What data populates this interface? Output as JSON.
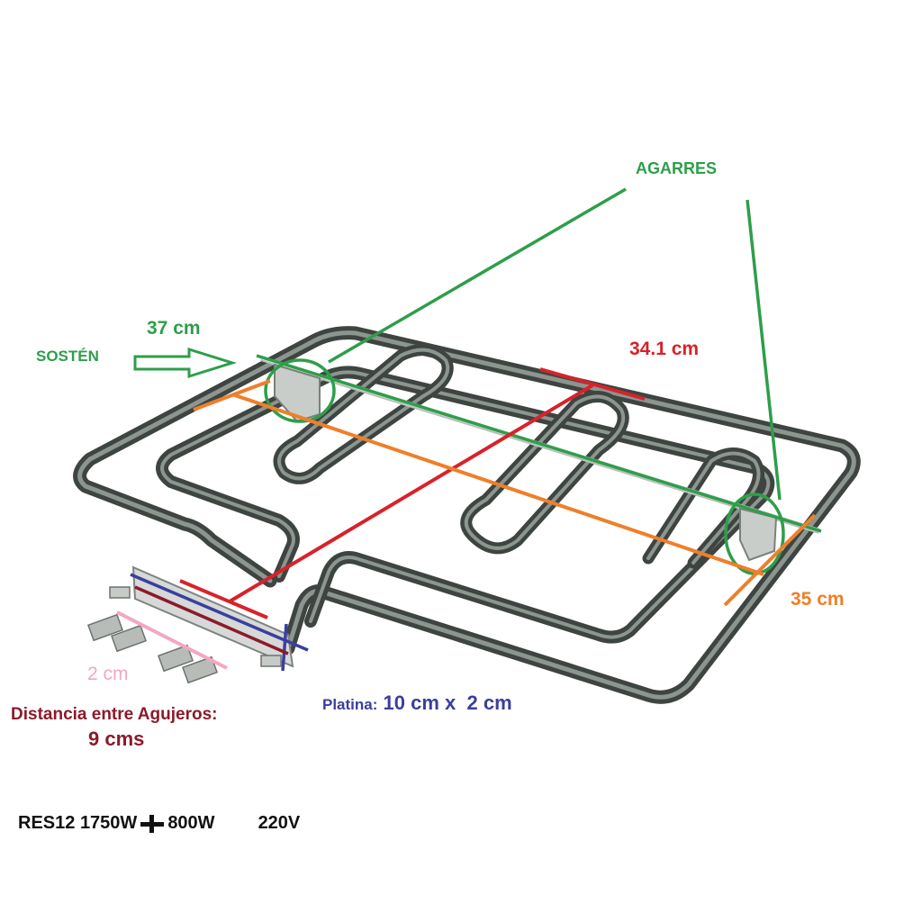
{
  "labels": {
    "agarres": "AGARRES",
    "length_37": "37 cm",
    "sosten": "SOSTÉN",
    "length_341": "34.1 cm",
    "width_35": "35 cm",
    "terminal_2cm": "2 cm",
    "hole_distance_title": "Distancia entre Agujeros:",
    "hole_distance_value": "9 cms",
    "platina_title": "Platina:",
    "platina_value": "10 cm x  2 cm"
  },
  "footer": {
    "model": "RES12",
    "power_1": "1750W",
    "power_2": "800W",
    "voltage": "220V"
  },
  "colors": {
    "green": "#2e9e4a",
    "red": "#d8222a",
    "orange": "#ef7f2a",
    "dark_red": "#8b1a2b",
    "blue": "#3a3f9e",
    "pink": "#f4a6c4",
    "element_gray": "#4f5753"
  }
}
